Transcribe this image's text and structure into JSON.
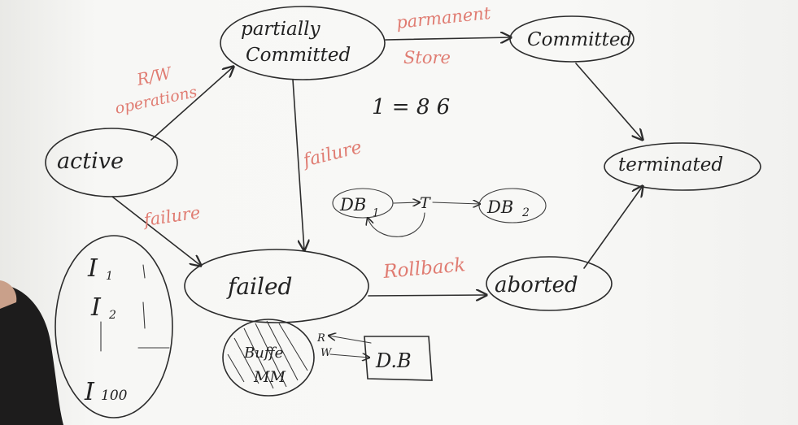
{
  "states": {
    "active": "active",
    "partially_committed_l1": "partially",
    "partially_committed_l2": "Committed",
    "committed": "Committed",
    "terminated": "terminated",
    "failed": "failed",
    "aborted": "aborted"
  },
  "transitions": {
    "rw_l1": "R/W",
    "rw_l2": "operations",
    "permanent_l1": "parmanent",
    "permanent_l2": "Store",
    "failure_pc": "failure",
    "failure_active": "failure",
    "rollback": "Rollback"
  },
  "notes": {
    "equation": "1 = 8 6",
    "db1": "DB",
    "db1_sub": "1",
    "t": "T",
    "db2": "DB",
    "db2_sub": "2",
    "buffer_l1": "Buffe",
    "buffer_l2": "MM",
    "r": "R",
    "w": "W",
    "db": "D.B",
    "i1": "I",
    "i1_sub": "1",
    "i2": "I",
    "i2_sub": "2",
    "i100": "I",
    "i100_sub": "100"
  }
}
